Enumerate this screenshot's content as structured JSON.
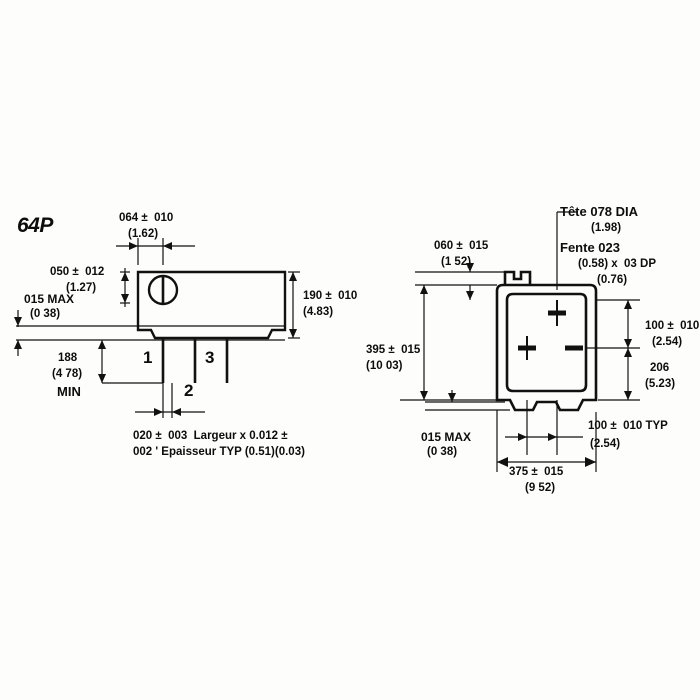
{
  "drawing": {
    "part_label": "64P",
    "background_color": "#fdfdfb",
    "line_color": "#111111"
  },
  "left_view": {
    "name": "side-elevation-view",
    "dimensions": {
      "screw_offset": {
        "value": "064 ±  010",
        "metric": "(1.62)"
      },
      "screw_height": {
        "value": "050 ±  012",
        "metric": "(1.27)"
      },
      "body_height": {
        "value": "190 ±  010",
        "metric": "(4.83)"
      },
      "seating_max": {
        "value": "015 MAX",
        "metric": "(0 38)"
      },
      "lead_length": {
        "value": "188",
        "metric": "(4 78)",
        "note": "MIN"
      },
      "lead_section_line1": "020 ±  003  Largeur x 0.012 ±",
      "lead_section_line2": "002 ' Epaisseur TYP (0.51)(0.03)"
    },
    "pin_numbers": [
      "1",
      "2",
      "3"
    ]
  },
  "right_view": {
    "name": "end-elevation-view",
    "callouts": {
      "head_line1": "Tête 078 DIA",
      "head_line2": "(1.98)",
      "slot_line1": "Fente 023",
      "slot_line2": "(0.58) x  03 DP",
      "slot_line3": "(0.76)"
    },
    "dimensions": {
      "screw_boss": {
        "value": "060 ±  015",
        "metric": "(1 52)"
      },
      "overall_height": {
        "value": "395 ±  015",
        "metric": "(10 03)"
      },
      "pin_pitch_vert": {
        "value": "100 ±  010",
        "metric": "(2.54)"
      },
      "body_depth": {
        "value": "206",
        "metric": "(5.23)"
      },
      "pin_pitch_horiz": {
        "value": "100 ±  010 TYP",
        "metric": "(2.54)"
      },
      "seating_max": {
        "value": "015 MAX",
        "metric": "(0 38)"
      },
      "width": {
        "value": "375 ±  015",
        "metric": "(9 52)"
      }
    }
  }
}
